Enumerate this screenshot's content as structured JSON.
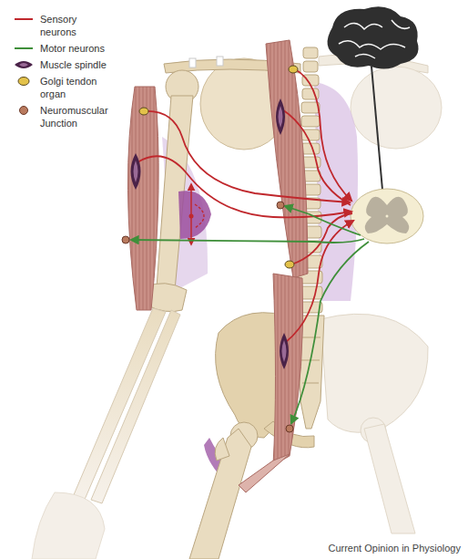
{
  "diagram": {
    "labels": [
      "Current Opinion in Physiology"
    ],
    "legend": [
      {
        "text": "Sensory neurons"
      },
      {
        "text": "Motor neurons"
      },
      {
        "text": "Muscle spindle"
      },
      {
        "text": "Golgi tendon organ"
      },
      {
        "text": "Neuromuscular Junction"
      }
    ]
  }
}
